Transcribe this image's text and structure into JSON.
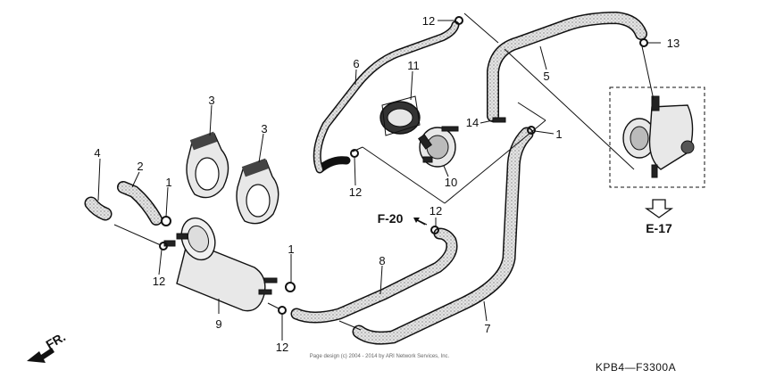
{
  "part_labels": {
    "p1a": "1",
    "p1b": "1",
    "p1c": "1",
    "p2": "2",
    "p3a": "3",
    "p3b": "3",
    "p4": "4",
    "p5": "5",
    "p6": "6",
    "p7": "7",
    "p8": "8",
    "p9": "9",
    "p10": "10",
    "p11": "11",
    "p12a": "12",
    "p12b": "12",
    "p12c": "12",
    "p12d": "12",
    "p12e": "12",
    "p13": "13",
    "p14": "14"
  },
  "references": {
    "f20": "F-20",
    "e17": "E-17"
  },
  "direction_label": "FR.",
  "diagram_code": "KPB4—F3300A",
  "copyright": "Page design (c) 2004 - 2014 by ARI Network Services, Inc."
}
